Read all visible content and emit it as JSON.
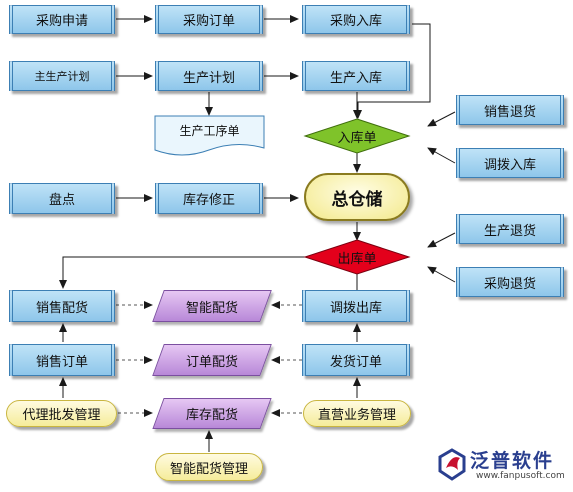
{
  "nodes": {
    "purchase_request": "采购申请",
    "purchase_order": "采购订单",
    "purchase_inbound": "采购入库",
    "master_production_plan": "主生产计划",
    "production_plan": "生产计划",
    "production_inbound": "生产入库",
    "production_process_sheet": "生产工序单",
    "inbound_sheet": "入库单",
    "sales_return": "销售退货",
    "transfer_inbound": "调拨入库",
    "stocktake": "盘点",
    "inventory_adjustment": "库存修正",
    "main_warehouse": "总仓储",
    "outbound_sheet": "出库单",
    "production_return": "生产退货",
    "purchase_return": "采购退货",
    "sales_allocation": "销售配货",
    "smart_allocation": "智能配货",
    "transfer_outbound": "调拨出库",
    "sales_order": "销售订单",
    "order_allocation": "订单配货",
    "shipping_order": "发货订单",
    "agent_wholesale_mgmt": "代理批发管理",
    "inventory_allocation": "库存配货",
    "direct_business_mgmt": "直营业务管理",
    "smart_allocation_mgmt": "智能配货管理"
  },
  "logo": {
    "name": "泛普软件",
    "url": "www.fanpusoft.com"
  },
  "colors": {
    "box_fill": "#a9d6f2",
    "box_border": "#3c7fb4",
    "inbound_diamond": "#7fc32a",
    "outbound_diamond": "#e3001b",
    "parallelogram": "#c9a3e6",
    "pill": "#f7f0a8",
    "arrow": "#1a1a1a",
    "dashed": "#555555",
    "logo_blue": "#2a3f8f"
  }
}
